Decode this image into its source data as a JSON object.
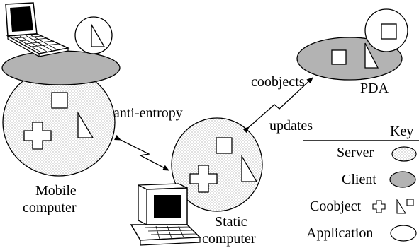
{
  "labels": {
    "anti_entropy": "anti-entropy",
    "coobjects": "coobjects",
    "updates": "updates",
    "pda": "PDA",
    "mobile_line1": "Mobile",
    "mobile_line2": "computer",
    "static_line1": "Static",
    "static_line2": "computer"
  },
  "key": {
    "title": "Key",
    "server": "Server",
    "client": "Client",
    "coobject": "Coobject",
    "application": "Application"
  },
  "colors": {
    "client_fill": "#b3b3b3",
    "dot_color": "#6b6b6b"
  }
}
